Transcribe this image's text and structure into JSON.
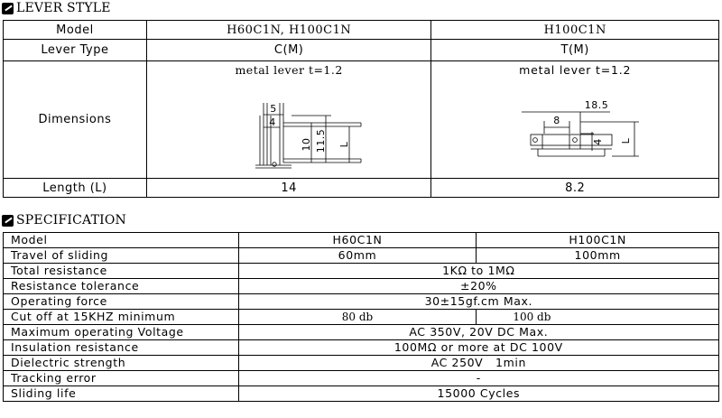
{
  "lever_style": {
    "title": "LEVER STYLE",
    "header": {
      "label": "Model",
      "col1": "H60C1N, H100C1N",
      "col2": "H100C1N"
    },
    "lever_type": {
      "label": "Lever Type",
      "col1": "C(M)",
      "col2": "T(M)"
    },
    "dimensions": {
      "label": "Dimensions",
      "col1_note": "metal lever t=1.2",
      "col2_note": "metal lever t=1.2",
      "col1_dims": {
        "d5": "5",
        "d4": "4",
        "d10": "10",
        "d11_5": "11.5",
        "dL": "L"
      },
      "col2_dims": {
        "d18_5": "18.5",
        "d8": "8",
        "d4": "4",
        "dL": "L"
      }
    },
    "length": {
      "label": "Length (L)",
      "col1": "14",
      "col2": "8.2"
    }
  },
  "specification": {
    "title": "SPECIFICATION",
    "header": {
      "label": "Model",
      "col1": "H60C1N",
      "col2": "H100C1N"
    },
    "travel": {
      "label": "Travel of sliding",
      "col1": "60mm",
      "col2": "100mm"
    },
    "total_resistance": {
      "label": "Total resistance",
      "value": "1KΩ to 1MΩ"
    },
    "tolerance": {
      "label": "Resistance tolerance",
      "value": "±20%"
    },
    "operating_force": {
      "label": "Operating force",
      "value": "30±15gf.cm Max."
    },
    "cutoff": {
      "label": "Cut off at 15KHZ minimum",
      "col1": "80 db",
      "col2": "100 db"
    },
    "max_voltage": {
      "label": "Maximum operating Voltage",
      "value": "AC 350V, 20V DC Max."
    },
    "insulation": {
      "label": "Insulation resistance",
      "value": "100MΩ or more at DC 100V"
    },
    "dielectric": {
      "label": "Dielectric strength",
      "value": "AC 250V   1min"
    },
    "tracking": {
      "label": "Tracking error",
      "value": "-"
    },
    "life": {
      "label": "Sliding life",
      "value": "15000 Cycles"
    }
  }
}
